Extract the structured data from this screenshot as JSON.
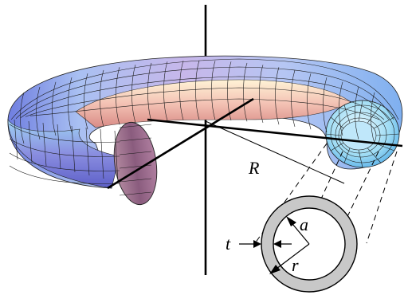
{
  "figure": {
    "labels": {
      "major_radius": "R",
      "inner_radius": "a",
      "mean_radius": "r",
      "wall_thickness": "t"
    },
    "colors": {
      "ring_fill": "#c8c8c8",
      "hole_fill": "#ffffff",
      "axis": "#000000",
      "mesh": "#1a1a1a"
    }
  }
}
